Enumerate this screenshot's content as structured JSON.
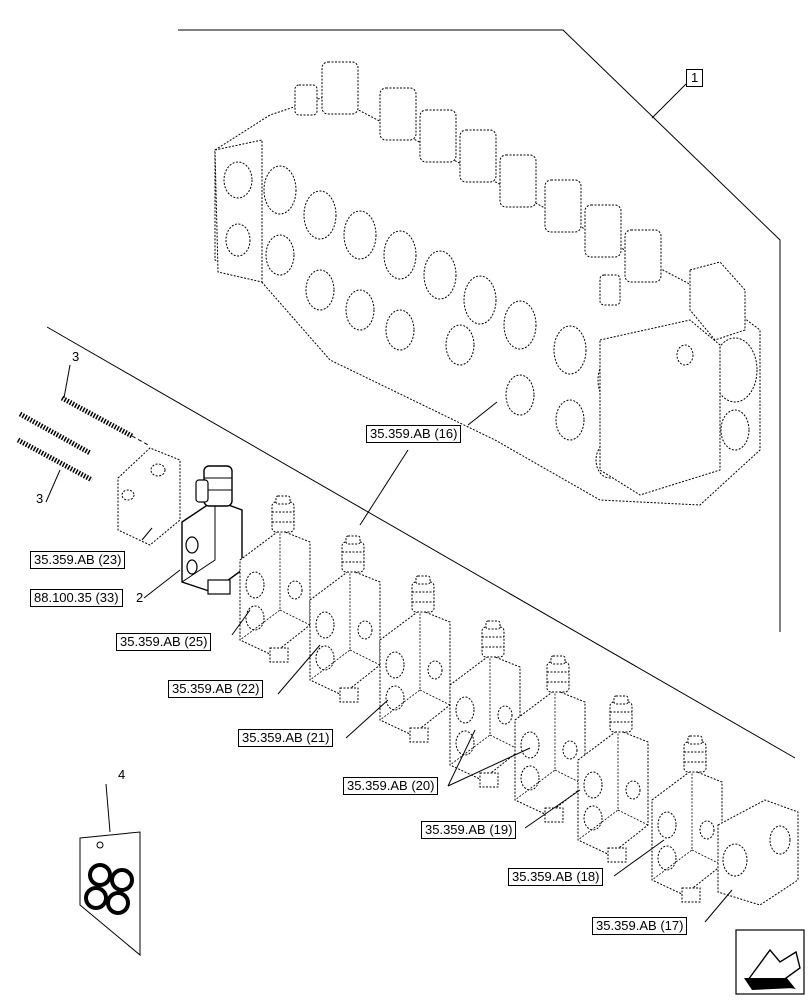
{
  "callouts": {
    "item_1": "1",
    "ab_16": "35.359.AB (16)",
    "ab_23": "35.359.AB (23)",
    "ref_88": "88.100.35 (33)",
    "ab_25": "35.359.AB (25)",
    "ab_22": "35.359.AB (22)",
    "ab_21": "35.359.AB (21)",
    "ab_20": "35.359.AB (20)",
    "ab_19": "35.359.AB (19)",
    "ab_18": "35.359.AB (18)",
    "ab_17": "35.359.AB (17)"
  },
  "item_numbers": {
    "tie_rods_top": "3",
    "tie_rods_bottom": "3",
    "section_2": "2",
    "seal_kit": "4"
  },
  "icons": {
    "navigation": "next-page-arrow-icon"
  }
}
